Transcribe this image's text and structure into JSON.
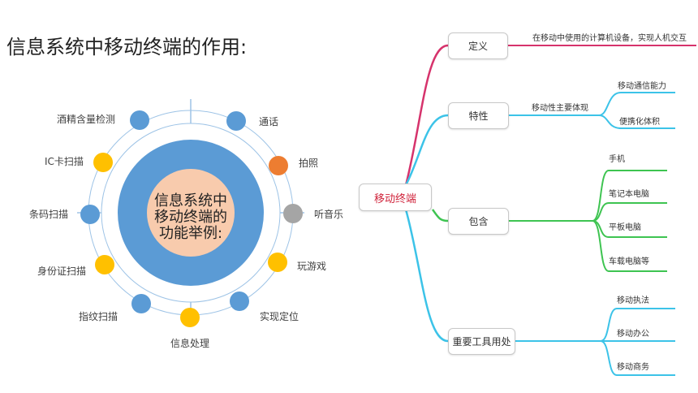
{
  "title": "信息系统中移动终端的作用:",
  "radial": {
    "center_lines": [
      "信息系统中",
      "移动终端的",
      "功能举例:"
    ],
    "items": [
      {
        "label": "通话",
        "color": "#5b9bd5"
      },
      {
        "label": "拍照",
        "color": "#ed7d31"
      },
      {
        "label": "听音乐",
        "color": "#a5a5a5"
      },
      {
        "label": "玩游戏",
        "color": "#ffc000"
      },
      {
        "label": "实现定位",
        "color": "#5b9bd5"
      },
      {
        "label": "信息处理",
        "color": "#ffc000"
      },
      {
        "label": "指纹扫描",
        "color": "#5b9bd5"
      },
      {
        "label": "身份证扫描",
        "color": "#ffc000"
      },
      {
        "label": "条码扫描",
        "color": "#5b9bd5"
      },
      {
        "label": "IC卡扫描",
        "color": "#ffc000"
      },
      {
        "label": "酒精含量检测",
        "color": "#5b9bd5"
      }
    ]
  },
  "mindmap": {
    "root": "移动终端",
    "branches": [
      {
        "label": "定义",
        "color": "#d6336c",
        "children": [
          "在移动中使用的计算机设备，实现人机交互"
        ]
      },
      {
        "label": "特性",
        "color": "#3cc3e8",
        "sub": "移动性主要体现",
        "children": [
          "移动通信能力",
          "便携化体积"
        ]
      },
      {
        "label": "包含",
        "color": "#3ec451",
        "children": [
          "手机",
          "笔记本电脑",
          "平板电脑",
          "车载电脑等"
        ]
      },
      {
        "label": "重要工具用处",
        "color": "#3cc3e8",
        "children": [
          "移动执法",
          "移动办公",
          "移动商务"
        ]
      }
    ]
  }
}
